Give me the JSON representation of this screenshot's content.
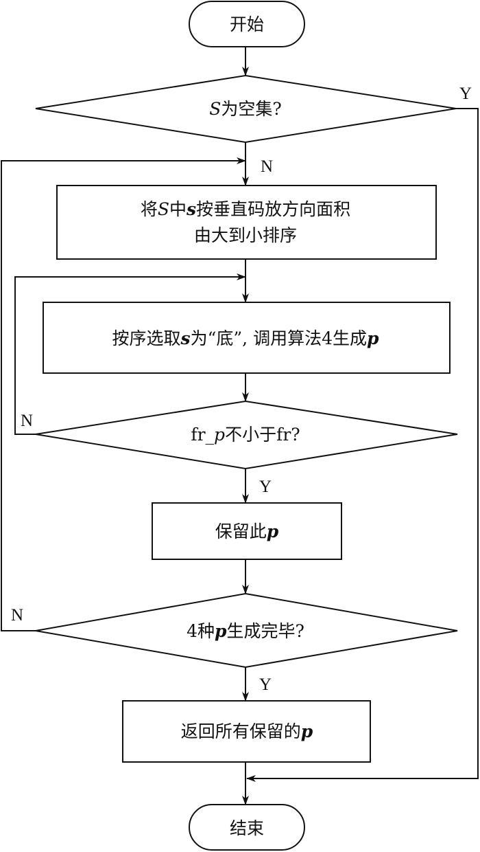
{
  "diagram": {
    "type": "flowchart",
    "nodes": {
      "start": {
        "kind": "terminal",
        "text": "开始"
      },
      "d1": {
        "kind": "decision",
        "parts": [
          {
            "t": "S",
            "style": "it"
          },
          {
            "t": "为空集?",
            "style": ""
          }
        ]
      },
      "p1": {
        "kind": "process",
        "line1": [
          {
            "t": "将",
            "style": ""
          },
          {
            "t": "S",
            "style": "it"
          },
          {
            "t": "中",
            "style": ""
          },
          {
            "t": "s",
            "style": "b"
          },
          {
            "t": "按垂直码放方向面积",
            "style": ""
          }
        ],
        "line2": [
          {
            "t": "由大到小排序",
            "style": ""
          }
        ]
      },
      "p2": {
        "kind": "process",
        "parts": [
          {
            "t": "按序选取",
            "style": ""
          },
          {
            "t": "s",
            "style": "b"
          },
          {
            "t": "为“底”, 调用算法4生成",
            "style": ""
          },
          {
            "t": "p",
            "style": "b"
          }
        ]
      },
      "d2": {
        "kind": "decision",
        "parts": [
          {
            "t": "fr_",
            "style": ""
          },
          {
            "t": "p",
            "style": "it"
          },
          {
            "t": "不小于fr?",
            "style": ""
          }
        ]
      },
      "p3": {
        "kind": "process",
        "parts": [
          {
            "t": "保留此",
            "style": ""
          },
          {
            "t": "p",
            "style": "b"
          }
        ]
      },
      "d3": {
        "kind": "decision",
        "parts": [
          {
            "t": "4种",
            "style": ""
          },
          {
            "t": "p",
            "style": "b"
          },
          {
            "t": "生成完毕?",
            "style": ""
          }
        ]
      },
      "p4": {
        "kind": "process",
        "parts": [
          {
            "t": "返回所有保留的",
            "style": ""
          },
          {
            "t": "p",
            "style": "b"
          }
        ]
      },
      "end": {
        "kind": "terminal",
        "text": "结束"
      }
    },
    "labels": {
      "d1_yes": "Y",
      "d1_no": "N",
      "d2_no": "N",
      "d2_yes": "Y",
      "d3_no": "N",
      "d3_yes": "Y"
    },
    "edges": [
      {
        "from": "start",
        "to": "d1"
      },
      {
        "from": "d1",
        "to": "p1",
        "label": "N"
      },
      {
        "from": "d1",
        "to": "end",
        "label": "Y"
      },
      {
        "from": "p1",
        "to": "p2"
      },
      {
        "from": "p2",
        "to": "d2"
      },
      {
        "from": "d2",
        "to": "p2",
        "label": "N"
      },
      {
        "from": "d2",
        "to": "p3",
        "label": "Y"
      },
      {
        "from": "p3",
        "to": "d3"
      },
      {
        "from": "d3",
        "to": "p1",
        "label": "N"
      },
      {
        "from": "d3",
        "to": "p4",
        "label": "Y"
      },
      {
        "from": "p4",
        "to": "end"
      }
    ]
  }
}
